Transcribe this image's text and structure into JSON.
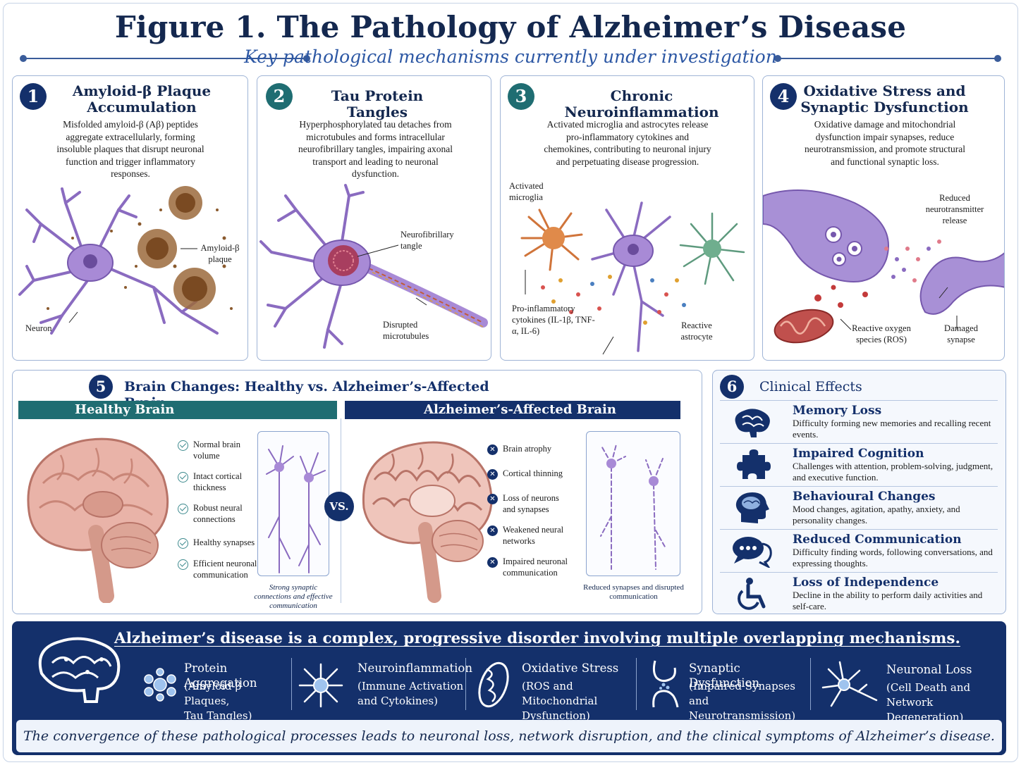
{
  "header": {
    "title": "Figure 1. The Pathology of Alzheimer’s Disease",
    "subtitle": "Key pathological mechanisms currently under investigation"
  },
  "colors": {
    "navy": "#14306b",
    "teal": "#1f6d72",
    "neuron": "#8a6bc0",
    "plaque": "#8a5a2e",
    "accent_red": "#c33a3a"
  },
  "panels": [
    {
      "number": "1",
      "title": "Amyloid-β Plaque Accumulation",
      "title_line1": "Amyloid-β Plaque",
      "title_line2": "Accumulation",
      "text": "Misfolded amyloid-β (Aβ) peptides aggregate extracellularly, forming insoluble plaques that disrupt neuronal function and trigger inflammatory responses.",
      "labels": {
        "plaque": "Amyloid-β plaque",
        "neuron": "Neuron"
      }
    },
    {
      "number": "2",
      "title": "Tau Protein Tangles",
      "text": "Hyperphosphorylated tau detaches from microtubules and forms intracellular neurofibrillary tangles, impairing axonal transport and leading to neuronal dysfunction.",
      "labels": {
        "tangle": "Neurofibrillary tangle",
        "microtubules": "Disrupted microtubules"
      }
    },
    {
      "number": "3",
      "title": "Chronic Neuroinflammation",
      "text": "Activated microglia and astrocytes release pro-inflammatory cytokines and chemokines, contributing to neuronal injury and perpetuating disease progression.",
      "labels": {
        "microglia": "Activated microglia",
        "cytokines": "Pro-inflammatory cytokines (IL-1β, TNF-α, IL-6)",
        "astrocyte": "Reactive astrocyte"
      }
    },
    {
      "number": "4",
      "title": "Oxidative Stress and Synaptic Dysfunction",
      "title_line1": "Oxidative Stress and",
      "title_line2": "Synaptic Dysfunction",
      "text": "Oxidative damage and mitochondrial dysfunction impair synapses, reduce neurotransmission, and promote structural and functional synaptic loss.",
      "labels": {
        "release": "Reduced neurotransmitter release",
        "ros": "Reactive oxygen species (ROS)",
        "synapse": "Damaged synapse"
      }
    }
  ],
  "brain_changes": {
    "number": "5",
    "title": "Brain Changes: Healthy vs. Alzheimer’s-Affected Brain",
    "vs": "VS.",
    "healthy": {
      "heading": "Healthy Brain",
      "items": [
        "Normal brain volume",
        "Intact cortical thickness",
        "Robust neural connections",
        "Healthy synapses",
        "Efficient neuronal communication"
      ],
      "caption": "Strong synaptic connections and effective communication"
    },
    "affected": {
      "heading": "Alzheimer’s-Affected Brain",
      "items": [
        "Brain atrophy",
        "Cortical thinning",
        "Loss of neurons and synapses",
        "Weakened neural networks",
        "Impaired neuronal communication"
      ],
      "caption": "Reduced synapses and disrupted communication"
    }
  },
  "clinical": {
    "number": "6",
    "title": "Clinical Effects",
    "items": [
      {
        "icon": "brain-icon",
        "title": "Memory Loss",
        "text": "Difficulty forming new memories and recalling recent events."
      },
      {
        "icon": "puzzle-icon",
        "title": "Impaired Cognition",
        "text": "Challenges with attention, problem-solving, judgment, and executive function."
      },
      {
        "icon": "head-profile-icon",
        "title": "Behavioural Changes",
        "text": "Mood changes, agitation, apathy, anxiety, and personality changes."
      },
      {
        "icon": "speech-bubbles-icon",
        "title": "Reduced Communication",
        "text": "Difficulty finding words, following conversations, and expressing thoughts."
      },
      {
        "icon": "wheelchair-icon",
        "title": "Loss of Independence",
        "text": "Decline in the ability to perform daily activities and self-care."
      }
    ]
  },
  "summary": {
    "headline": "Alzheimer’s disease is a complex, progressive disorder involving multiple overlapping mechanisms.",
    "mechanisms": [
      {
        "icon": "protein-aggregate-icon",
        "title": "Protein Aggregation",
        "desc_line1": "(Amyloid-β Plaques,",
        "desc_line2": "Tau Tangles)"
      },
      {
        "icon": "immune-cell-icon",
        "title": "Neuroinflammation",
        "desc_line1": "(Immune Activation",
        "desc_line2": "and Cytokines)"
      },
      {
        "icon": "mitochondria-icon",
        "title": "Oxidative Stress",
        "desc_line1": "(ROS and Mitochondrial",
        "desc_line2": "Dysfunction)"
      },
      {
        "icon": "synapse-icon",
        "title": "Synaptic Dysfunction",
        "desc_line1": "(Impaired Synapses and",
        "desc_line2": "Neurotransmission)"
      },
      {
        "icon": "neuron-icon",
        "title": "Neuronal Loss",
        "desc_line1": "(Cell Death and Network",
        "desc_line2": "Degeneration)"
      }
    ],
    "conclusion": "The convergence of these pathological processes leads to neuronal loss, network disruption, and the clinical symptoms of Alzheimer’s disease."
  }
}
